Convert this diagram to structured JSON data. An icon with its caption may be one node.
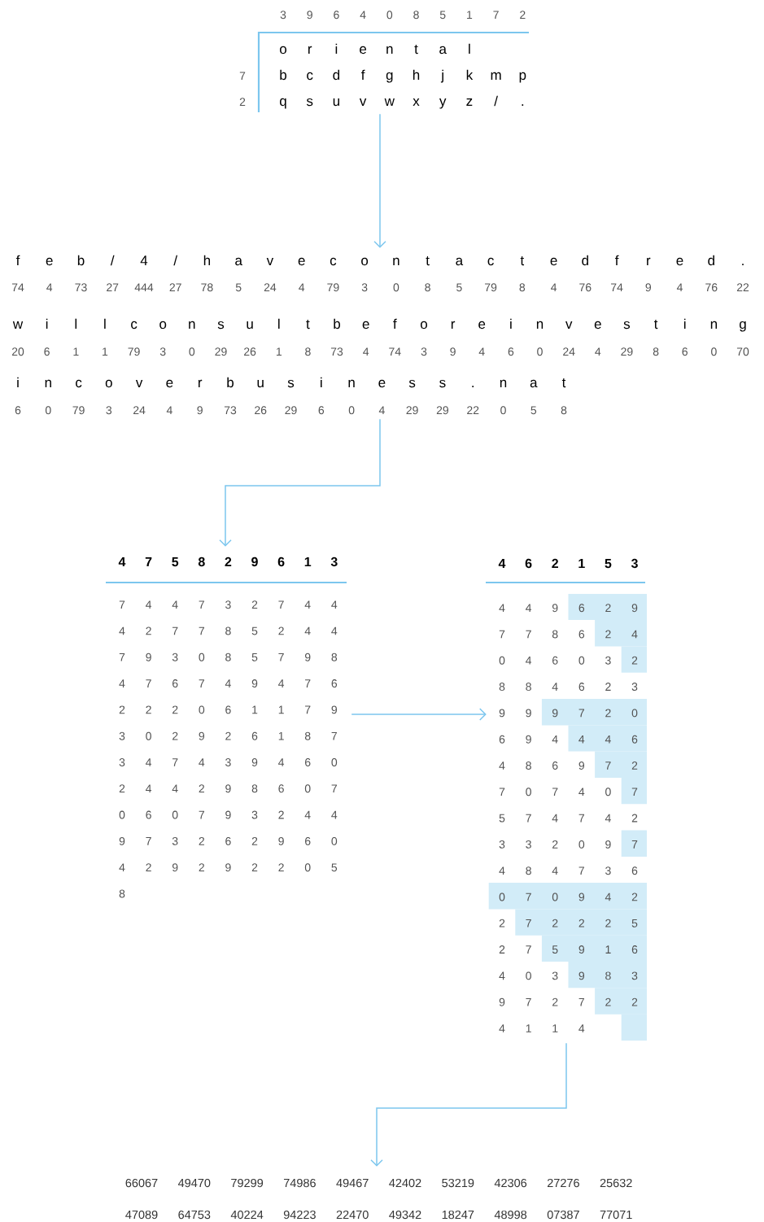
{
  "diagram": {
    "nodes": [
      {
        "text": [
          "3",
          "9",
          "6",
          "4",
          "0",
          "8",
          "5",
          "1",
          "7",
          "2",
          "o",
          "r",
          "i",
          "e",
          "n",
          "t",
          "a",
          "l",
          "7",
          "b",
          "c",
          "d",
          "f",
          "g",
          "h",
          "j",
          "k",
          "m",
          "p",
          "2",
          "q",
          "s",
          "u",
          "v",
          "w",
          "x",
          "y",
          "z",
          "/",
          "."
        ]
      },
      {
        "text": [
          "f",
          "e",
          "b",
          "/",
          "4",
          "/",
          "h",
          "a",
          "v",
          "e",
          "c",
          "o",
          "n",
          "t",
          "a",
          "c",
          "t",
          "e",
          "d",
          "f",
          "r",
          "e",
          "d",
          ".",
          "74",
          "4",
          "73",
          "27",
          "444",
          "27",
          "78",
          "5",
          "24",
          "4",
          "79",
          "3",
          "0",
          "8",
          "5",
          "79",
          "8",
          "4",
          "76",
          "74",
          "9",
          "4",
          "76",
          "22",
          "w",
          "i",
          "l",
          "l",
          "c",
          "o",
          "n",
          "s",
          "u",
          "l",
          "t",
          "b",
          "e",
          "f",
          "o",
          "r",
          "e",
          "i",
          "n",
          "v",
          "e",
          "s",
          "t",
          "i",
          "n",
          "g",
          "20",
          "6",
          "1",
          "1",
          "79",
          "3",
          "0",
          "29",
          "26",
          "1",
          "8",
          "73",
          "4",
          "74",
          "3",
          "9",
          "4",
          "6",
          "0",
          "24",
          "4",
          "29",
          "8",
          "6",
          "0",
          "70",
          "i",
          "n",
          "c",
          "o",
          "v",
          "e",
          "r",
          "b",
          "u",
          "s",
          "i",
          "n",
          "e",
          "s",
          "s",
          ".",
          "n",
          "a",
          "t",
          "6",
          "0",
          "79",
          "3",
          "24",
          "4",
          "9",
          "73",
          "26",
          "29",
          "6",
          "0",
          "4",
          "29",
          "29",
          "22",
          "0",
          "5",
          "8"
        ]
      },
      {
        "text": [
          "4",
          "7",
          "5",
          "8",
          "2",
          "9",
          "6",
          "1",
          "3",
          "7",
          "4",
          "4",
          "7",
          "3",
          "2",
          "7",
          "4",
          "4",
          "4",
          "2",
          "7",
          "7",
          "8",
          "5",
          "2",
          "4",
          "4",
          "7",
          "9",
          "3",
          "0",
          "8",
          "5",
          "7",
          "9",
          "8",
          "4",
          "7",
          "6",
          "7",
          "4",
          "9",
          "4",
          "7",
          "6",
          "2",
          "2",
          "2",
          "0",
          "6",
          "1",
          "1",
          "7",
          "9",
          "3",
          "0",
          "2",
          "9",
          "2",
          "6",
          "1",
          "8",
          "7",
          "3",
          "4",
          "7",
          "4",
          "3",
          "9",
          "4",
          "6",
          "0",
          "2",
          "4",
          "4",
          "2",
          "9",
          "8",
          "6",
          "0",
          "7",
          "0",
          "6",
          "0",
          "7",
          "9",
          "3",
          "2",
          "4",
          "4",
          "9",
          "7",
          "3",
          "2",
          "6",
          "2",
          "9",
          "6",
          "0",
          "4",
          "2",
          "9",
          "2",
          "9",
          "2",
          "2",
          "0",
          "5",
          "8"
        ]
      },
      {
        "text": [
          "4",
          "6",
          "2",
          "1",
          "5",
          "3",
          "4",
          "4",
          "9",
          "6",
          "2",
          "9",
          "7",
          "7",
          "8",
          "6",
          "2",
          "4",
          "0",
          "4",
          "6",
          "0",
          "3",
          "2",
          "8",
          "8",
          "4",
          "6",
          "2",
          "3",
          "9",
          "9",
          "9",
          "7",
          "2",
          "0",
          "6",
          "9",
          "4",
          "4",
          "4",
          "6",
          "4",
          "8",
          "6",
          "9",
          "7",
          "2",
          "7",
          "0",
          "7",
          "4",
          "0",
          "7",
          "5",
          "7",
          "4",
          "7",
          "4",
          "2",
          "3",
          "3",
          "2",
          "0",
          "9",
          "7",
          "4",
          "8",
          "4",
          "7",
          "3",
          "6",
          "0",
          "7",
          "0",
          "9",
          "4",
          "2",
          "2",
          "7",
          "2",
          "2",
          "2",
          "5",
          "2",
          "7",
          "5",
          "9",
          "1",
          "6",
          "4",
          "0",
          "3",
          "9",
          "8",
          "3",
          "9",
          "7",
          "2",
          "7",
          "2",
          "2",
          "4",
          "1",
          "1",
          "4"
        ]
      },
      {
        "text": [
          "66067",
          "49470",
          "79299",
          "74986",
          "49467",
          "42402",
          "53219",
          "42306",
          "27276",
          "25632",
          "47089",
          "64753",
          "40224",
          "94223",
          "22470",
          "49342",
          "18247",
          "48998",
          "07387",
          "77071"
        ]
      }
    ],
    "edges": [
      {
        "from": 0,
        "to": 1,
        "arrow": "to"
      },
      {
        "from": 1,
        "to": 2,
        "arrow": "to"
      },
      {
        "from": 2,
        "to": 3,
        "arrow": "to"
      },
      {
        "from": 3,
        "to": 4,
        "arrow": "to"
      }
    ]
  }
}
